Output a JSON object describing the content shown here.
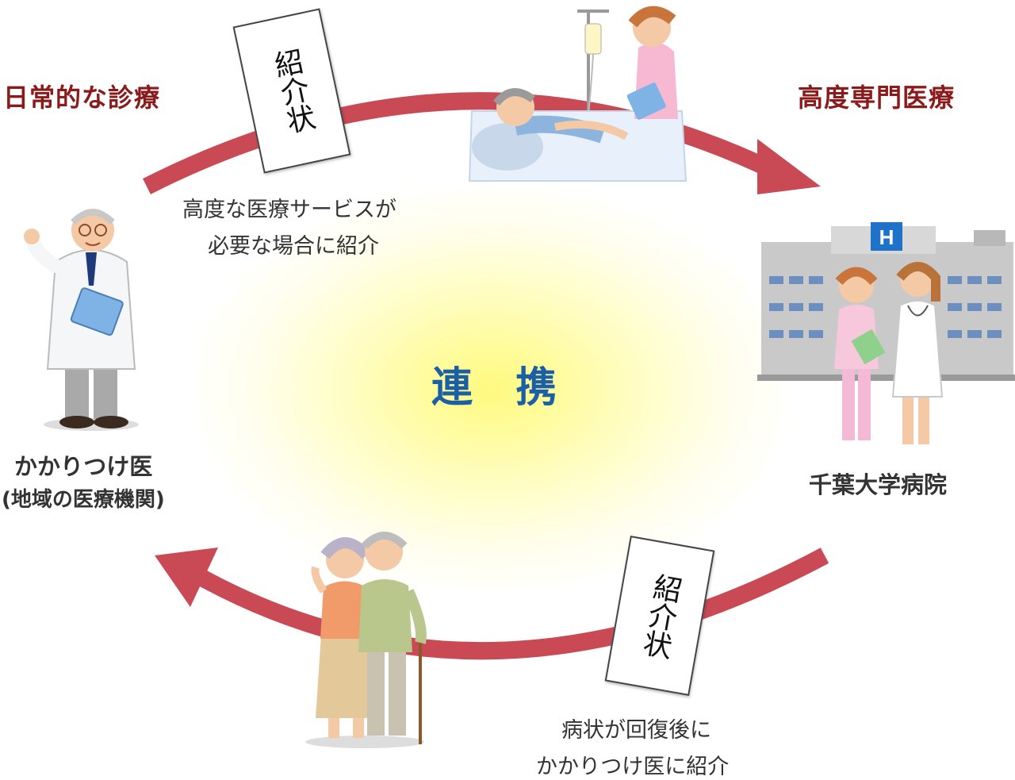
{
  "labels": {
    "left_heading": "日常的な診療",
    "right_heading": "高度専門医療",
    "center": "連 携",
    "top_caption_line1": "高度な医療サービスが",
    "top_caption_line2": "必要な場合に紹介",
    "bottom_caption_line1": "病状が回復後に",
    "bottom_caption_line2": "かかりつけ医に紹介",
    "left_party_line1": "かかりつけ医",
    "left_party_line2": "(地域の医療機関)",
    "right_party": "千葉大学病院",
    "referral_card_top": "紹介状",
    "referral_card_bottom": "紹介状",
    "hospital_sign": "H"
  },
  "colors": {
    "arrow": "#c94a55",
    "heading": "#8b1a1a",
    "center": "#1b5fa7",
    "glow": "#fff77a"
  },
  "illustrations": {
    "doctor": "doctor-with-clipboard-illustration",
    "patient": "bedridden-patient-with-nurse-illustration",
    "hospital": "hospital-building-with-staff-illustration",
    "couple": "elderly-couple-illustration"
  }
}
